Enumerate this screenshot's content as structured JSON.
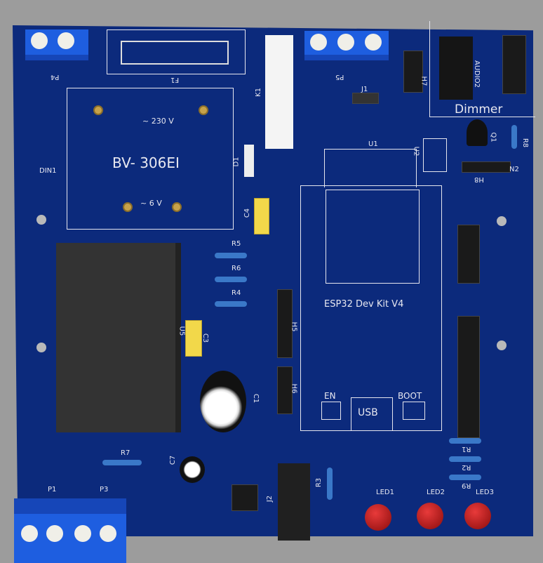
{
  "components": {
    "P4": "P4",
    "F1": "F1",
    "K1": "K1",
    "P5": "P5",
    "J1": "J1",
    "H7": "H7",
    "AUDIO2": "AUDIO2",
    "Dimmer": "Dimmer",
    "Q1": "Q1",
    "R8": "R8",
    "U2": "U2",
    "N2": "N2",
    "H8": "H8",
    "U1": "U1",
    "D1": "D1",
    "DIN1": "DIN1",
    "transformer_top": "~ 230 V",
    "transformer_name": "BV- 306EI",
    "transformer_bottom": "~ 6 V",
    "C4": "C4",
    "R5": "R5",
    "R6": "R6",
    "R4": "R4",
    "H5": "H5",
    "H6": "H6",
    "U5": "U5",
    "C3": "C3",
    "C1": "C1",
    "esp_title": "ESP32 Dev Kit V4",
    "EN": "EN",
    "BOOT": "BOOT",
    "USB": "USB",
    "R1": "R1",
    "R2": "R2",
    "R9": "R9",
    "R7": "R7",
    "C7": "C7",
    "J2": "J2",
    "R3": "R3",
    "LED1": "LED1",
    "LED2": "LED2",
    "LED3": "LED3",
    "P1": "P1",
    "P3": "P3"
  },
  "colors": {
    "board": "#0c2a7c",
    "terminal": "#1e5ee0",
    "led": "#c81e1e"
  }
}
